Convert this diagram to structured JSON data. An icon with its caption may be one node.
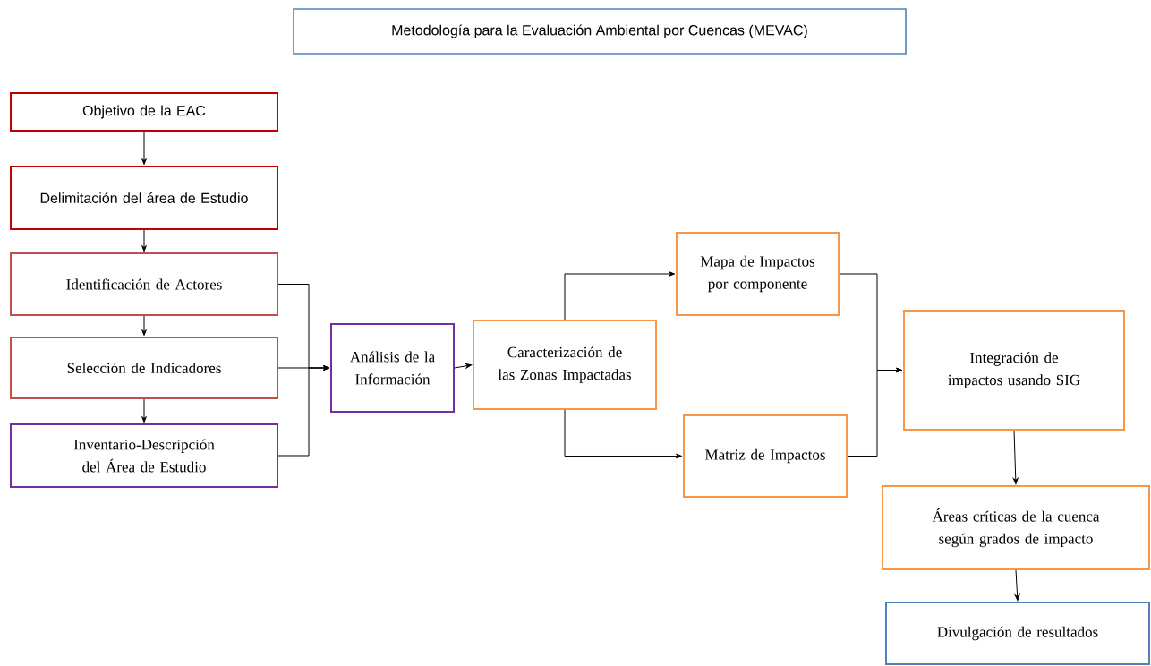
{
  "diagram": {
    "title": "Metodología para la Evaluación Ambiental por Cuencas (MEVAC)",
    "nodes": [
      {
        "text": [
          "Objetivo de la EAC"
        ]
      },
      {
        "text": [
          "Delimitación del área de Estudio"
        ]
      },
      {
        "text": [
          "Identificación de Actores"
        ]
      },
      {
        "text": [
          "Selección de Indicadores"
        ]
      },
      {
        "text": [
          "Inventario-Descripción del Área de Estudio"
        ]
      },
      {
        "text": [
          "Análisis de la Información"
        ]
      },
      {
        "text": [
          "Caracterización de las Zonas Impactadas"
        ]
      },
      {
        "text": [
          "Mapa de Impactos por componente"
        ]
      },
      {
        "text": [
          "Matriz de Impactos"
        ]
      },
      {
        "text": [
          "Integración de impactos usando SIG"
        ]
      },
      {
        "text": [
          "Áreas críticas de la cuenca según grados de impacto"
        ]
      },
      {
        "text": [
          "Divulgación de resultados"
        ]
      }
    ],
    "edges": [
      {
        "from": 0,
        "to": 1,
        "arrow": "to"
      },
      {
        "from": 1,
        "to": 2,
        "arrow": "to"
      },
      {
        "from": 2,
        "to": 3,
        "arrow": "to"
      },
      {
        "from": 3,
        "to": 4,
        "arrow": "to"
      },
      {
        "from": 2,
        "to": 5,
        "arrow": "to"
      },
      {
        "from": 3,
        "to": 5,
        "arrow": "to"
      },
      {
        "from": 4,
        "to": 5,
        "arrow": "to"
      },
      {
        "from": 5,
        "to": 6,
        "arrow": "to"
      },
      {
        "from": 6,
        "to": 7,
        "arrow": "to"
      },
      {
        "from": 6,
        "to": 8,
        "arrow": "to"
      },
      {
        "from": 7,
        "to": 9,
        "arrow": "to"
      },
      {
        "from": 8,
        "to": 9,
        "arrow": "to"
      },
      {
        "from": 9,
        "to": 10,
        "arrow": "to"
      },
      {
        "from": 10,
        "to": 11,
        "arrow": "to"
      }
    ]
  }
}
